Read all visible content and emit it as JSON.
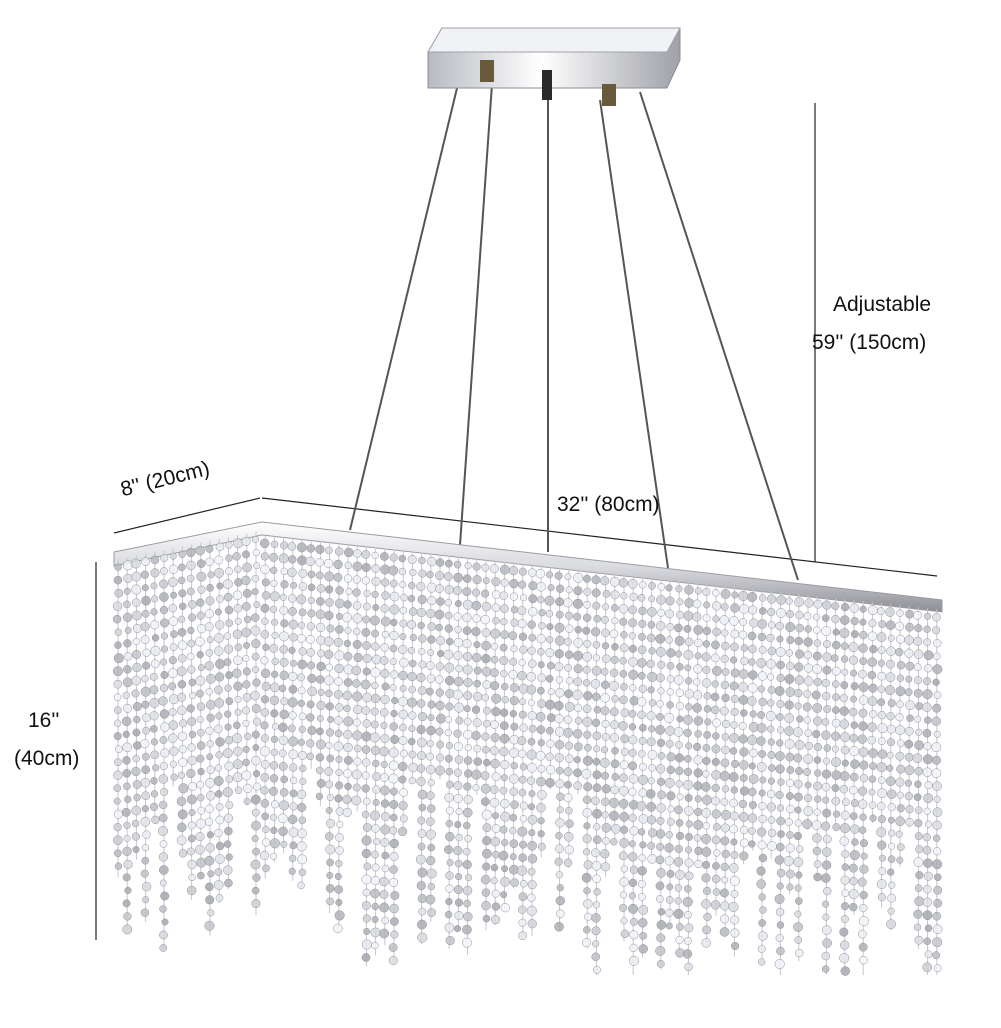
{
  "dimensions": {
    "adjustable_label": "Adjustable",
    "adjustable_length": "59'' (150cm)",
    "depth": "8'' (20cm)",
    "width": "32'' (80cm)",
    "height_in": "16''",
    "height_cm": "(40cm)"
  },
  "colors": {
    "background": "#ffffff",
    "chrome_light": "#f4f4f6",
    "chrome_dark": "#7a7a80",
    "crystal": "#c8ccd4",
    "cable": "#555555",
    "dimension_line": "#222222"
  },
  "icons": {
    "canopy": "ceiling-canopy-icon",
    "chandelier": "crystal-chandelier-icon"
  }
}
